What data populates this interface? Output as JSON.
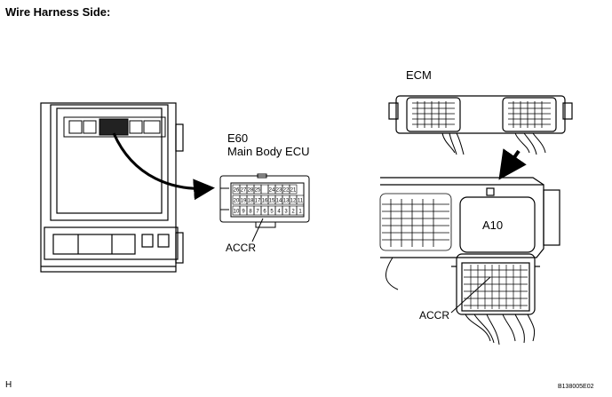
{
  "title": "Wire Harness Side:",
  "connector_e60": {
    "code": "E60",
    "name": "Main Body ECU",
    "pins_top": [
      "26",
      "27",
      "28",
      "25",
      "",
      "24",
      "23",
      "22",
      "21"
    ],
    "pins_mid": [
      "20",
      "19",
      "18",
      "17",
      "16",
      "15",
      "14",
      "13",
      "12",
      "11"
    ],
    "pins_bottom": [
      "10",
      "9",
      "8",
      "7",
      "6",
      "5",
      "4",
      "3",
      "2",
      "1"
    ],
    "terminal_label": "ACCR"
  },
  "ecm": {
    "label": "ECM",
    "connector_label": "A10",
    "terminal_label": "ACCR"
  },
  "corner_mark": "H",
  "figure_code": "B138005E02"
}
